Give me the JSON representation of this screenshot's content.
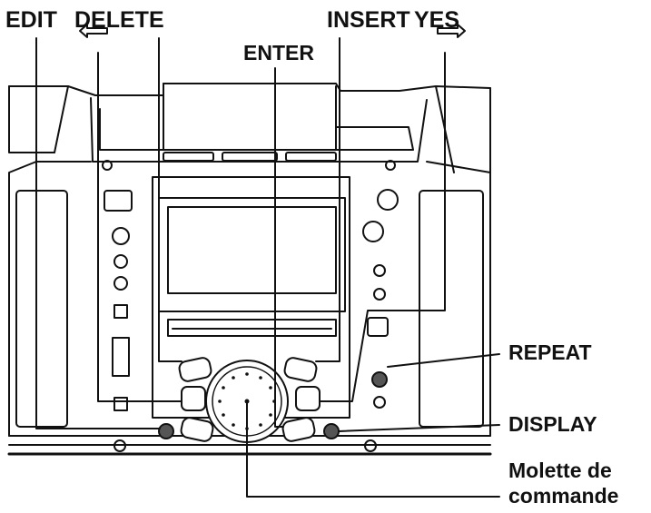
{
  "labels": {
    "edit": "EDIT",
    "delete": "DELETE",
    "enter": "ENTER",
    "insert": "INSERT",
    "yes": "YES",
    "repeat": "REPEAT",
    "display": "DISPLAY",
    "jog_line1": "Molette de",
    "jog_line2": "commande"
  },
  "colors": {
    "line": "#111111",
    "panel": "#ffffff",
    "button_dark": "#555555",
    "shade": "#bdbdbd"
  },
  "icons": {
    "delete_arrow": "left-arrow",
    "yes_arrow": "right-arrow"
  }
}
